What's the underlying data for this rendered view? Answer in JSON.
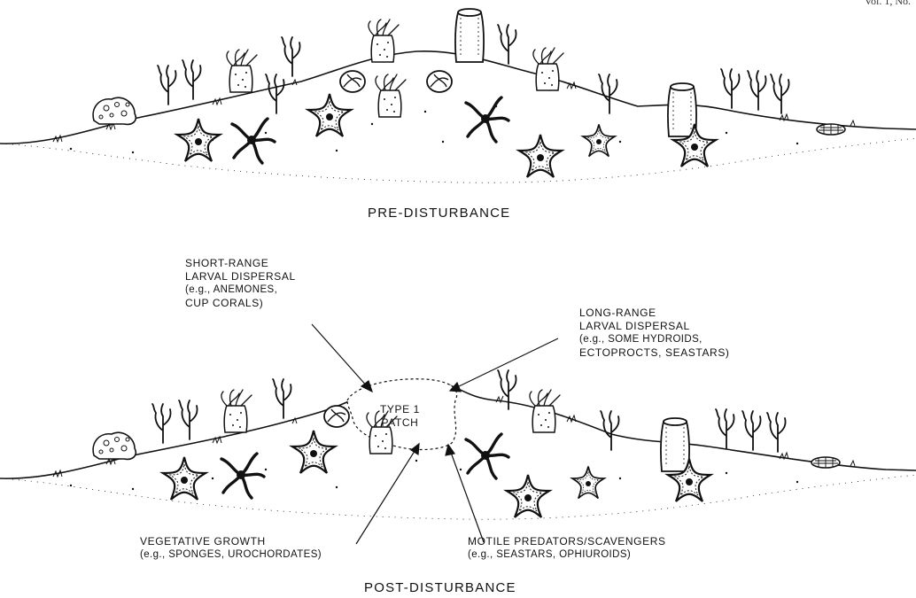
{
  "header": {
    "journal_ref": "Vol. 1, No."
  },
  "panels": {
    "top_title": "PRE-DISTURBANCE",
    "bottom_title": "POST-DISTURBANCE"
  },
  "labels": {
    "short_range": {
      "line1": "SHORT-RANGE",
      "line2": "LARVAL DISPERSAL",
      "line3": "(e.g., ANEMONES,",
      "line4": "CUP CORALS)"
    },
    "long_range": {
      "line1": "LONG-RANGE",
      "line2": "LARVAL DISPERSAL",
      "line3": "(e.g., SOME HYDROIDS,",
      "line4": "ECTOPROCTS, SEASTARS)"
    },
    "patch": {
      "line1": "TYPE 1",
      "line2": "PATCH"
    },
    "vegetative": {
      "line1": "VEGETATIVE GROWTH",
      "line2": "(e.g., SPONGES, UROCHORDATES)"
    },
    "motile": {
      "line1": "MOTILE PREDATORS/SCAVENGERS",
      "line2": "(e.g., SEASTARS, OPHIUROIDS)"
    }
  }
}
